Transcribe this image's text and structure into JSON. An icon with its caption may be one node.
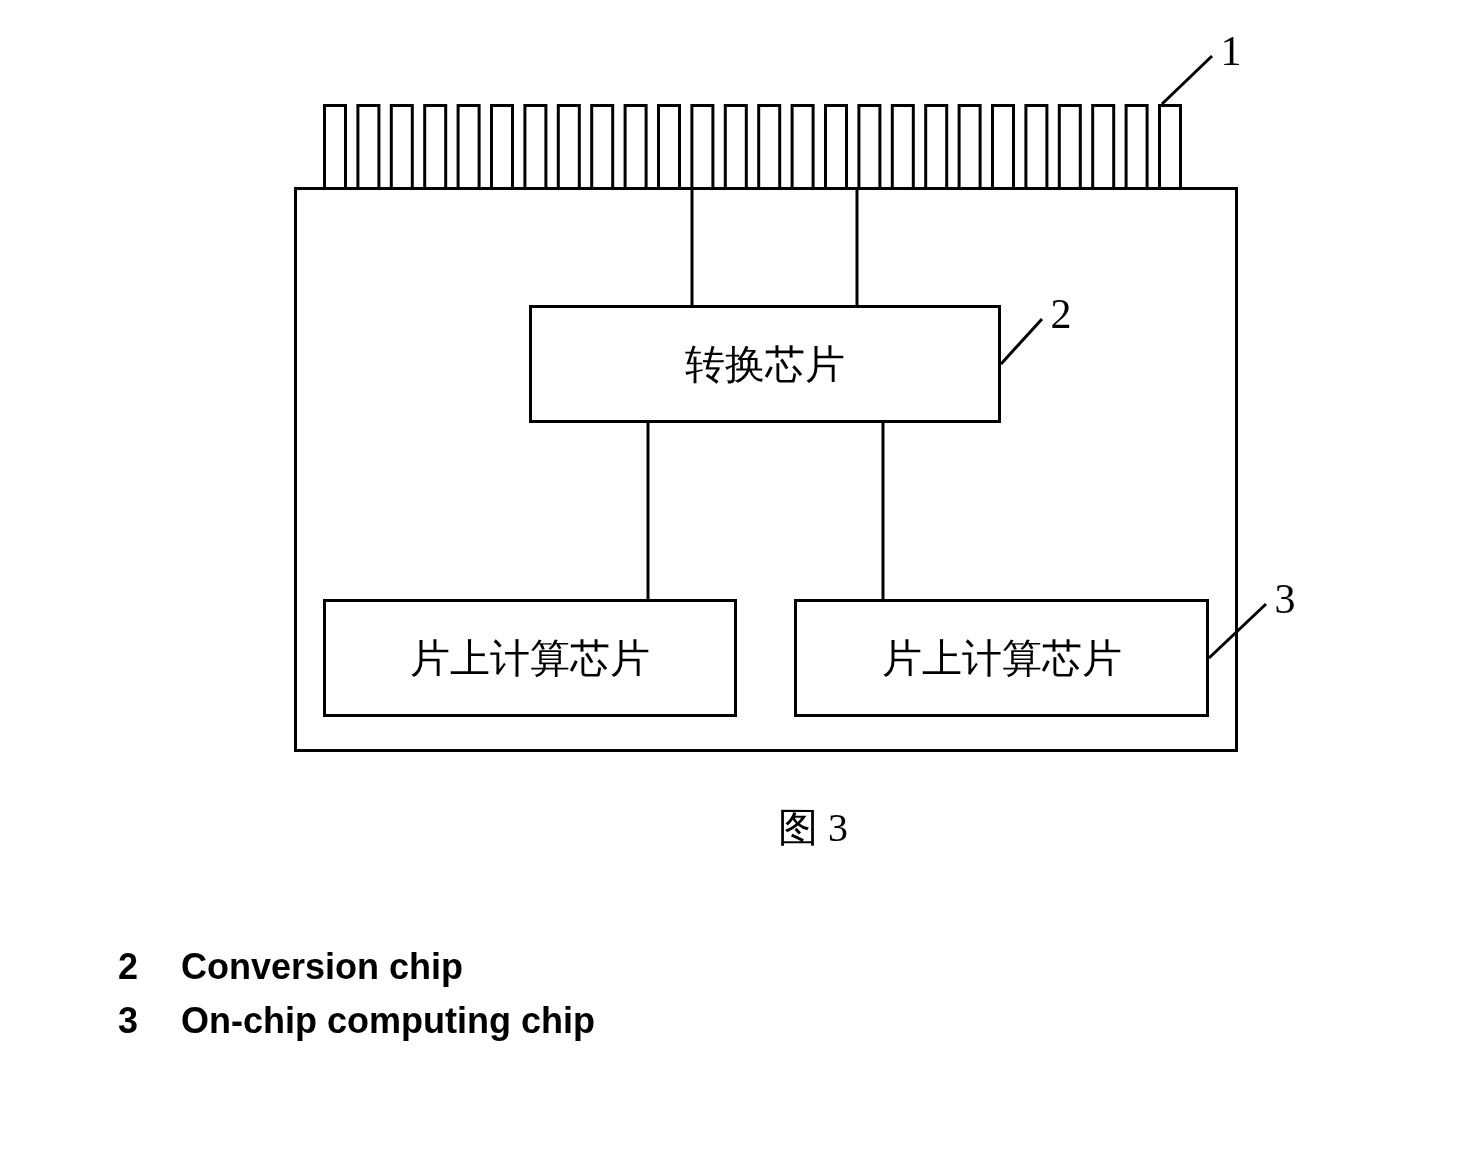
{
  "diagram": {
    "nodes": [
      {
        "text": [],
        "shape": "box"
      },
      {
        "text": [],
        "shape": "bar"
      },
      {
        "text": [
          "转换芯片"
        ],
        "in": 0
      },
      {
        "text": [
          "片上计算芯片"
        ],
        "in": 0
      },
      {
        "text": [
          "片上计算芯片"
        ],
        "in": 0
      },
      {
        "text": [
          "1"
        ]
      },
      {
        "text": [
          "2"
        ],
        "in": 0
      },
      {
        "text": [
          "3"
        ]
      }
    ],
    "edges": [
      {
        "from": 1,
        "to": 2,
        "arrow": "none"
      },
      {
        "from": 1,
        "to": 2,
        "arrow": "none"
      },
      {
        "from": 2,
        "to": 3,
        "arrow": "none"
      },
      {
        "from": 2,
        "to": 4,
        "arrow": "none"
      },
      {
        "from": 5,
        "to": 1,
        "arrow": "none"
      },
      {
        "from": 6,
        "to": 2,
        "arrow": "none"
      },
      {
        "from": 7,
        "to": 4,
        "arrow": "none"
      }
    ],
    "labels": [
      "图 3",
      "2",
      "Conversion chip",
      "3",
      "On-chip computing chip"
    ]
  }
}
